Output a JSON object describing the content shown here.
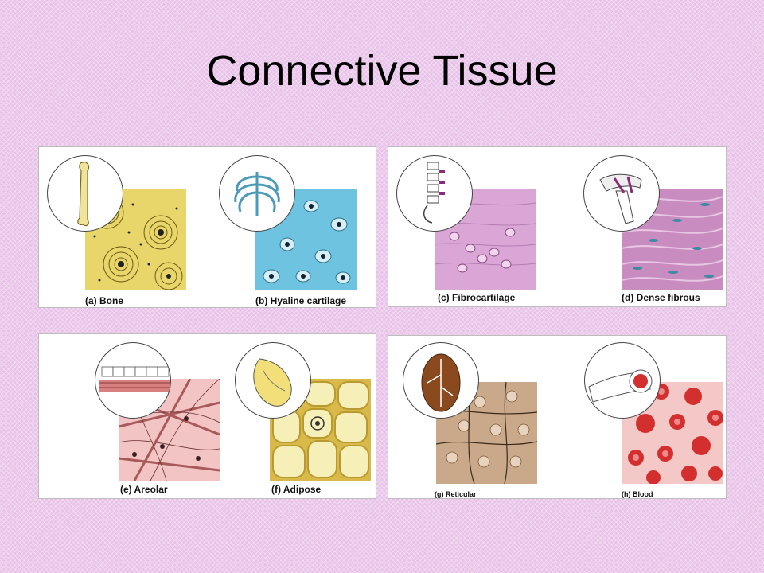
{
  "slide": {
    "title": "Connective Tissue"
  },
  "panels": [
    {
      "labels": [
        "(a) Bone",
        "(b) Hyaline cartilage"
      ]
    },
    {
      "labels": [
        "(c) Fibrocartilage",
        "(d) Dense fibrous"
      ]
    },
    {
      "labels": [
        "(e) Areolar",
        "(f) Adipose"
      ]
    },
    {
      "labels": [
        "(g) Reticular",
        "(h) Blood"
      ]
    }
  ],
  "colors": {
    "background": "#e8c2e8",
    "bone": "#e8d66a",
    "hyaline": "#6ec3e0",
    "fibrocartilage": "#d9a6d6",
    "dense_fibrous": "#c98cc0",
    "areolar": "#f2c4c4",
    "adipose": "#f6f0b8",
    "reticular": "#c9a98a",
    "blood": "#f5c8c8"
  }
}
